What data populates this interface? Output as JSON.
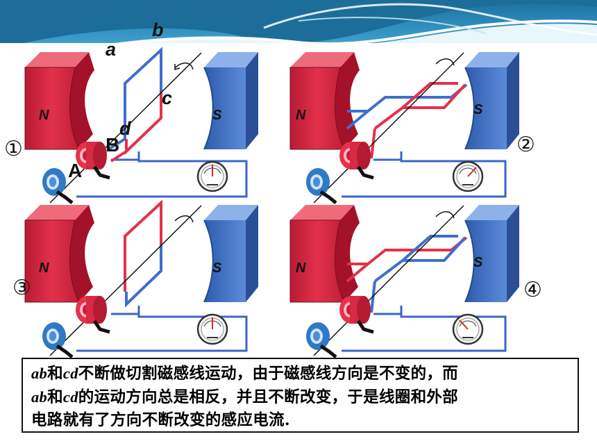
{
  "colors": {
    "header_blue": "#2b86b8",
    "header_light": "#9fd6ea",
    "magnet_n": "#e0263d",
    "magnet_s": "#3d6fc4",
    "coil_red": "#e8324a",
    "coil_blue": "#4c74c8",
    "ring_pink": "#e85a9c",
    "ring_blue": "#3a86d1"
  },
  "icons": [
    "magnet-n-icon",
    "magnet-s-icon",
    "galvanometer-icon",
    "slip-ring-icon",
    "rotation-arrow-icon"
  ],
  "stages": [
    {
      "number": "①",
      "n": "N",
      "s": "S",
      "needle": 0
    },
    {
      "number": "②",
      "n": "N",
      "s": "S",
      "needle": 1
    },
    {
      "number": "③",
      "n": "N",
      "s": "S",
      "needle": 0
    },
    {
      "number": "④",
      "n": "N",
      "s": "S",
      "needle": -1
    }
  ],
  "labels": {
    "a": "a",
    "b": "b",
    "c": "c",
    "d": "d",
    "A": "A",
    "B": "B"
  },
  "caption": {
    "line1": {
      "v1": "ab",
      "t1": "和",
      "v2": "cd",
      "t2": "不断做切割磁感线运动，由于磁感线方向是不变的，而"
    },
    "line2": {
      "v1": "ab",
      "t1": "和",
      "v2": "cd",
      "t2": "的运动方向总是相反，并且不断改变，于是线圈和外部"
    },
    "line3": {
      "t1": "电路就有了方向不断改变的感应电流."
    }
  }
}
